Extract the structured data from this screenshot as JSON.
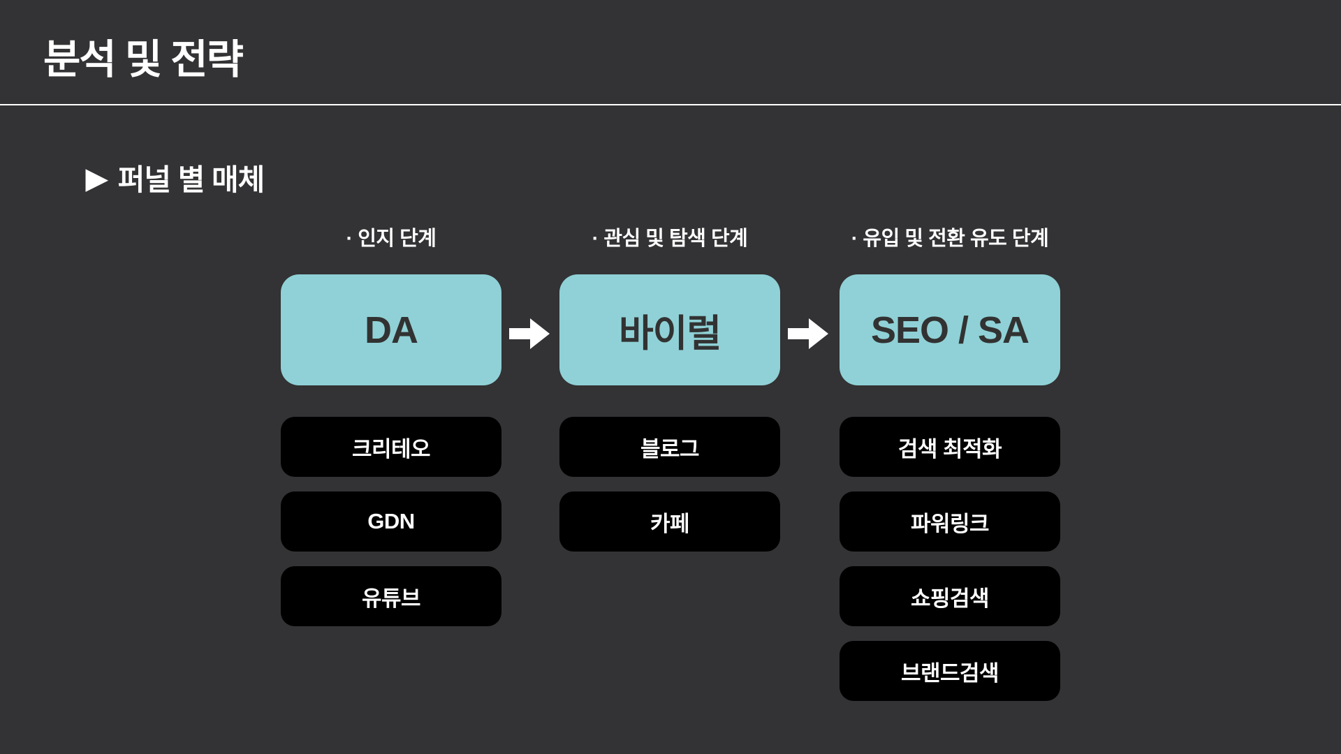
{
  "colors": {
    "background": "#333234",
    "accent_teal": "#8FD1D6",
    "box_black": "#000000",
    "text_white": "#FFFFFF",
    "text_dark": "#323232",
    "divider": "#FFFFFF"
  },
  "header": {
    "title": "분석 및 전략"
  },
  "section": {
    "marker": "▶",
    "title": "퍼널 별 매체"
  },
  "icons": {
    "section_marker": "triangle-right",
    "flow_arrow": "arrow-right"
  },
  "funnel": {
    "stages": [
      {
        "label": "· 인지 단계",
        "channel": "DA",
        "items": [
          "크리테오",
          "GDN",
          "유튜브"
        ]
      },
      {
        "label": "· 관심 및 탐색 단계",
        "channel": "바이럴",
        "items": [
          "블로그",
          "카페"
        ]
      },
      {
        "label": "· 유입 및 전환 유도 단계",
        "channel": "SEO / SA",
        "items": [
          "검색 최적화",
          "파워링크",
          "쇼핑검색",
          "브랜드검색"
        ]
      }
    ]
  }
}
